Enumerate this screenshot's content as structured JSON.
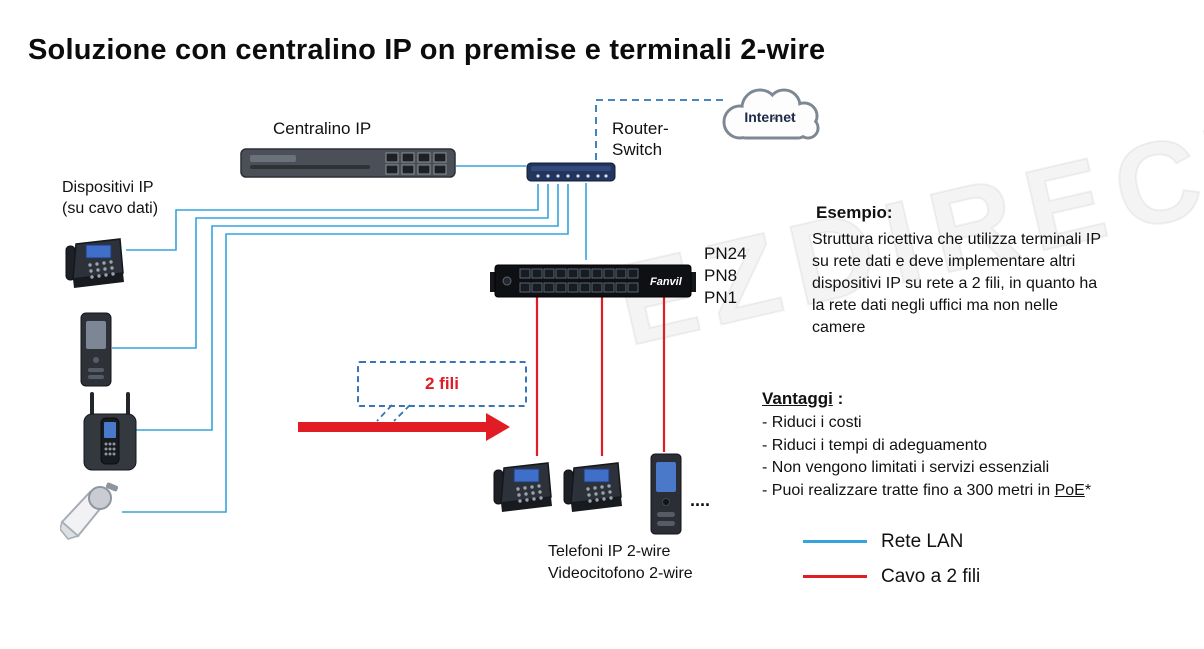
{
  "title": "Soluzione con centralino IP on premise e terminali 2-wire",
  "watermark": "EZDIRECT",
  "colors": {
    "lan_line": "#35a3dc",
    "two_wire_line": "#e11c24",
    "callout_border": "#3a74b8",
    "internet_dash": "#2e75b6",
    "callout_text": "#e11c24"
  },
  "nodes": {
    "centralino": {
      "label": "Centralino IP"
    },
    "router": {
      "label_line1": "Router-",
      "label_line2": "Switch"
    },
    "internet": {
      "label": "Internet"
    },
    "switch": {
      "brand": "Fanvil",
      "models": [
        "PN24",
        "PN8",
        "PN1"
      ]
    },
    "left_group": {
      "label_line1": "Dispositivi IP",
      "label_line2": "(su cavo dati)"
    },
    "bottom_group": {
      "label_line1": "Telefoni IP 2-wire",
      "label_line2": "Videocitofono 2-wire",
      "ellipsis": "...."
    }
  },
  "callout": {
    "text": "2 fili"
  },
  "esempio": {
    "heading": "Esempio:",
    "body": "Struttura ricettiva che utilizza terminali IP su rete dati e deve implementare altri dispositivi IP su rete a 2 fili, in quanto ha la rete dati negli uffici ma non nelle camere"
  },
  "vantaggi": {
    "heading": "Vantaggi",
    "separator": " :",
    "items": [
      "- Riduci i costi",
      "- Riduci i tempi di adeguamento",
      "- Non vengono limitati i servizi essenziali"
    ],
    "item_poe_prefix": "- Puoi realizzare tratte fino a 300 metri in ",
    "item_poe": "PoE",
    "item_poe_suffix": "*"
  },
  "legend": [
    {
      "label": "Rete LAN",
      "color": "#35a3dc"
    },
    {
      "label": "Cavo a 2 fili",
      "color": "#e11c24"
    }
  ]
}
